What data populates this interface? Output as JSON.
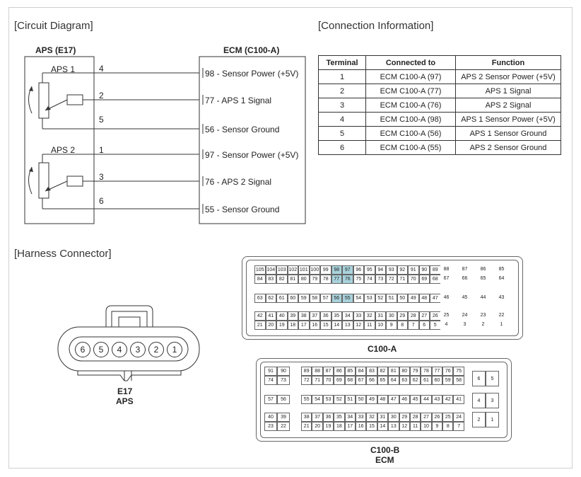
{
  "headings": {
    "circuit": "[Circuit Diagram]",
    "connection": "[Connection Information]",
    "harness": "[Harness Connector]"
  },
  "circuit": {
    "aps_title": "APS (E17)",
    "ecm_title": "ECM (C100-A)",
    "aps1": "APS 1",
    "aps2": "APS 2",
    "pins": [
      "4",
      "2",
      "5",
      "1",
      "3",
      "6"
    ],
    "ecm_pins": [
      "98 - Sensor Power (+5V)",
      "77 - APS 1 Signal",
      "56 - Sensor Ground",
      "97 - Sensor Power (+5V)",
      "76 - APS 2 Signal",
      "55 - Sensor Ground"
    ]
  },
  "table": {
    "headers": [
      "Terminal",
      "Connected to",
      "Function"
    ],
    "rows": [
      [
        "1",
        "ECM C100-A (97)",
        "APS 2 Sensor Power (+5V)"
      ],
      [
        "2",
        "ECM C100-A (77)",
        "APS 1 Signal"
      ],
      [
        "3",
        "ECM C100-A (76)",
        "APS 2 Signal"
      ],
      [
        "4",
        "ECM C100-A (98)",
        "APS 1 Sensor Power (+5V)"
      ],
      [
        "5",
        "ECM C100-A (56)",
        "APS 1 Sensor Ground"
      ],
      [
        "6",
        "ECM C100-A (55)",
        "APS 2 Sensor Ground"
      ]
    ]
  },
  "e17": {
    "pins": [
      "6",
      "5",
      "4",
      "3",
      "2",
      "1"
    ],
    "label1": "E17",
    "label2": "APS"
  },
  "c100a": {
    "label": "C100-A",
    "highlight": [
      "98",
      "97",
      "77",
      "76",
      "56",
      "55"
    ],
    "rows": [
      [
        "105",
        "104",
        "103",
        "102",
        "101",
        "100",
        "99",
        "98",
        "97",
        "96",
        "95",
        "94",
        "93",
        "92",
        "91",
        "90",
        "89"
      ],
      [
        "84",
        "83",
        "82",
        "81",
        "80",
        "79",
        "78",
        "77",
        "76",
        "75",
        "74",
        "73",
        "72",
        "71",
        "70",
        "69",
        "68"
      ],
      [
        "63",
        "62",
        "61",
        "60",
        "59",
        "58",
        "57",
        "56",
        "55",
        "54",
        "53",
        "52",
        "51",
        "50",
        "49",
        "48",
        "47"
      ],
      [
        "42",
        "41",
        "40",
        "39",
        "38",
        "37",
        "36",
        "35",
        "34",
        "33",
        "32",
        "31",
        "30",
        "29",
        "28",
        "27",
        "26"
      ],
      [
        "21",
        "20",
        "19",
        "18",
        "17",
        "16",
        "15",
        "14",
        "13",
        "12",
        "11",
        "10",
        "9",
        "8",
        "7",
        "6",
        "5"
      ]
    ],
    "right_rows": [
      [
        "88",
        "87",
        "86",
        "85"
      ],
      [
        "67",
        "66",
        "65",
        "64"
      ],
      [
        "46",
        "45",
        "44",
        "43"
      ],
      [
        "25",
        "24",
        "23",
        "22"
      ],
      [
        "4",
        "3",
        "2",
        "1"
      ]
    ]
  },
  "c100b": {
    "label1": "C100-B",
    "label2": "ECM",
    "left_rows": [
      [
        "91",
        "90"
      ],
      [
        "74",
        "73"
      ],
      [
        "57",
        "56"
      ],
      [
        "40",
        "39"
      ],
      [
        "23",
        "22"
      ]
    ],
    "rows": [
      [
        "89",
        "88",
        "87",
        "86",
        "85",
        "84",
        "83",
        "82",
        "81",
        "80",
        "79",
        "78",
        "77",
        "76",
        "75"
      ],
      [
        "72",
        "71",
        "70",
        "69",
        "68",
        "67",
        "66",
        "65",
        "64",
        "63",
        "62",
        "61",
        "60",
        "59",
        "58"
      ],
      [
        "55",
        "54",
        "53",
        "52",
        "51",
        "50",
        "49",
        "48",
        "47",
        "46",
        "45",
        "44",
        "43",
        "42",
        "41"
      ],
      [
        "38",
        "37",
        "36",
        "35",
        "34",
        "33",
        "32",
        "31",
        "30",
        "29",
        "28",
        "27",
        "26",
        "25",
        "24"
      ],
      [
        "21",
        "20",
        "19",
        "18",
        "17",
        "16",
        "15",
        "14",
        "13",
        "12",
        "11",
        "10",
        "9",
        "8",
        "7"
      ]
    ],
    "right_rows": [
      [
        "6",
        "5"
      ],
      [
        "4",
        "3"
      ],
      [
        "2",
        "1"
      ]
    ]
  }
}
